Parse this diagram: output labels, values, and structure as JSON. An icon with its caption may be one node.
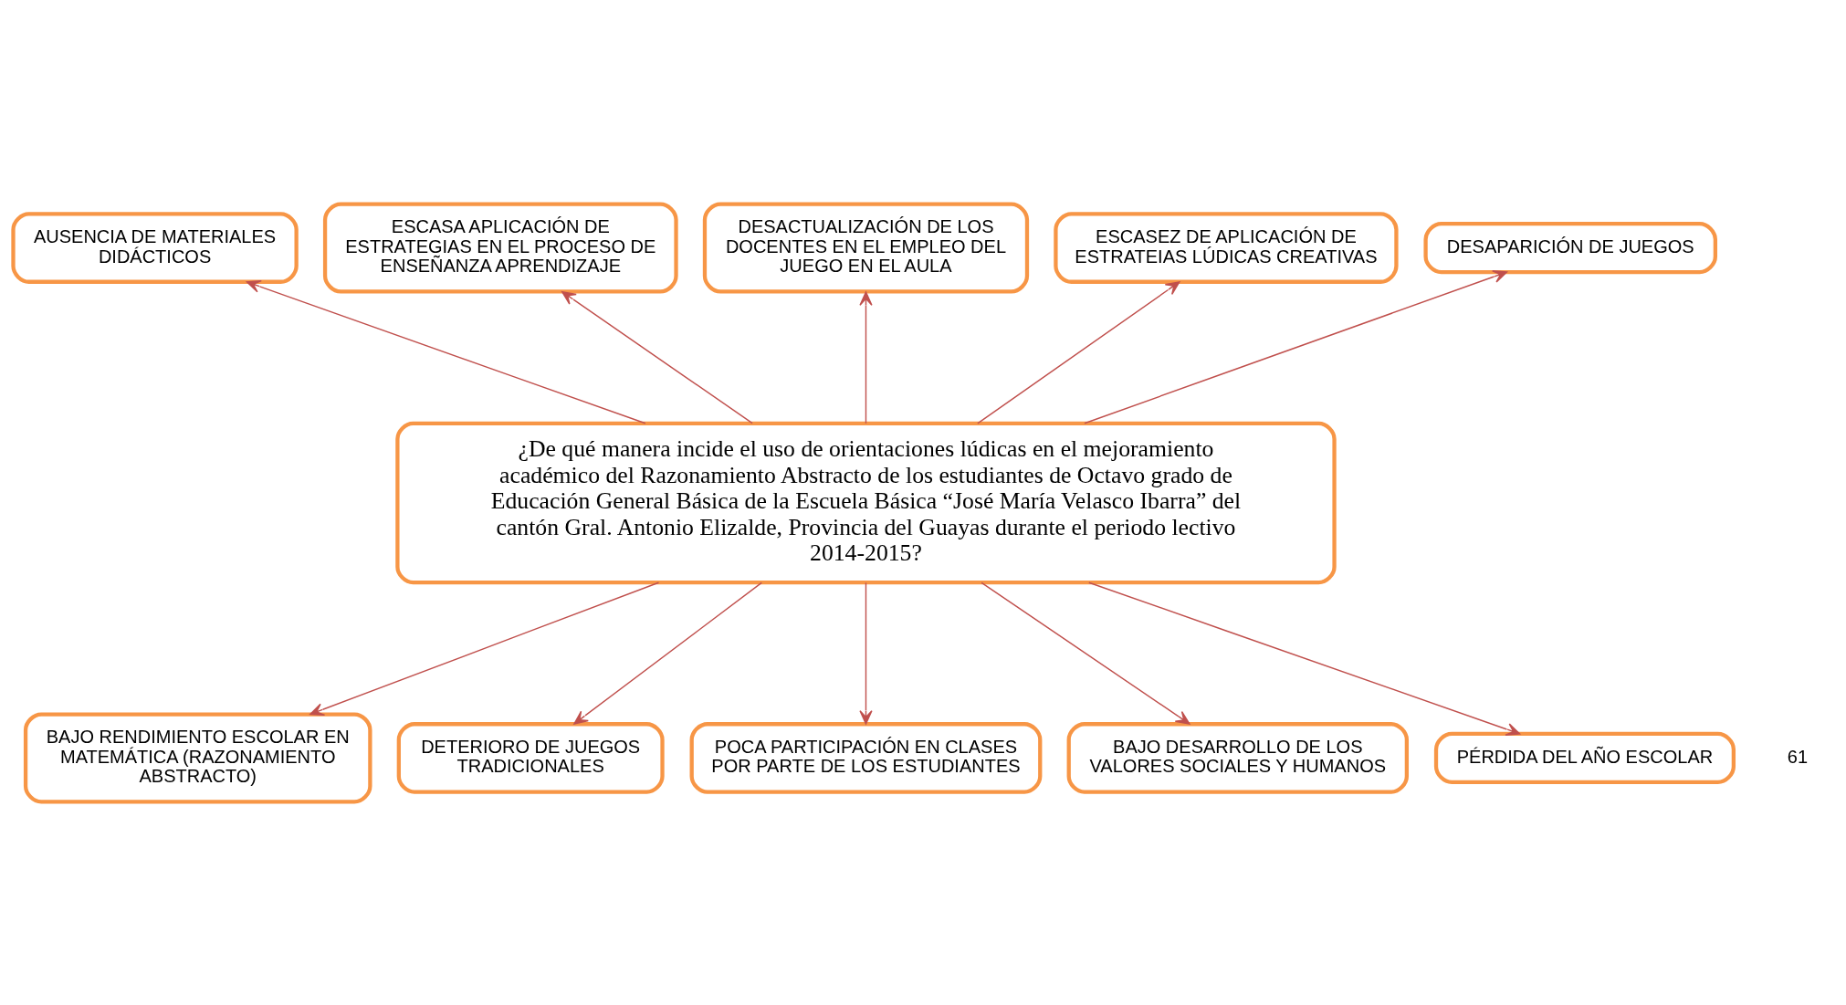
{
  "diagram": {
    "nodes": [
      {
        "text": [
          "AUSENCIA DE MATERIALES DIDÁCTICOS"
        ]
      },
      {
        "text": [
          "ESCASA APLICACIÓN DE ESTRATEGIAS EN EL PROCESO DE ENSEÑANZA APRENDIZAJE"
        ]
      },
      {
        "text": [
          "DESACTUALIZACIÓN DE LOS DOCENTES EN EL EMPLEO DEL JUEGO EN EL AULA"
        ]
      },
      {
        "text": [
          "ESCASEZ DE APLICACIÓN DE ESTRATEIAS LÚDICAS CREATIVAS"
        ]
      },
      {
        "text": [
          "DESAPARICIÓN DE JUEGOS"
        ]
      },
      {
        "text": [
          "¿De qué manera incide el uso de orientaciones lúdicas en el mejoramiento académico del Razonamiento Abstracto de los estudiantes de Octavo grado de Educación General Básica de la Escuela Básica “José María Velasco Ibarra” del cantón Gral. Antonio Elizalde, Provincia del Guayas durante el periodo lectivo 2014-2015?"
        ]
      },
      {
        "text": [
          "BAJO RENDIMIENTO ESCOLAR EN MATEMÁTICA (RAZONAMIENTO ABSTRACTO)"
        ]
      },
      {
        "text": [
          "DETERIORO DE JUEGOS TRADICIONALES"
        ]
      },
      {
        "text": [
          "POCA PARTICIPACIÓN EN CLASES POR PARTE DE LOS ESTUDIANTES"
        ]
      },
      {
        "text": [
          "BAJO DESARROLLO DE LOS VALORES SOCIALES Y HUMANOS"
        ]
      },
      {
        "text": [
          "PÉRDIDA DEL AÑO ESCOLAR"
        ]
      }
    ],
    "edges": [
      {
        "from": 5,
        "to": 0,
        "arrow": "to"
      },
      {
        "from": 5,
        "to": 1,
        "arrow": "to"
      },
      {
        "from": 5,
        "to": 2,
        "arrow": "to"
      },
      {
        "from": 5,
        "to": 3,
        "arrow": "to"
      },
      {
        "from": 5,
        "to": 4,
        "arrow": "to"
      },
      {
        "from": 5,
        "to": 6,
        "arrow": "to"
      },
      {
        "from": 5,
        "to": 7,
        "arrow": "to"
      },
      {
        "from": 5,
        "to": 8,
        "arrow": "to"
      },
      {
        "from": 5,
        "to": 9,
        "arrow": "to"
      },
      {
        "from": 5,
        "to": 10,
        "arrow": "to"
      }
    ],
    "labels": [
      "61"
    ]
  }
}
